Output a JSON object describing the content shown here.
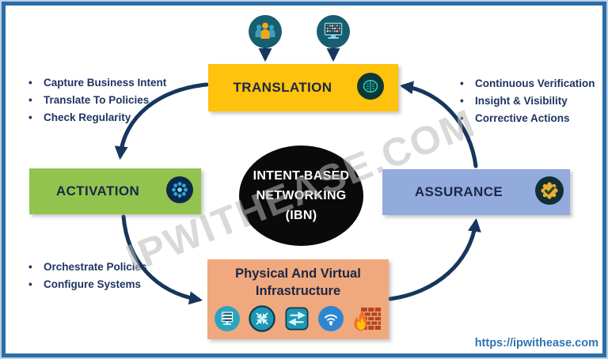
{
  "diagram": {
    "watermark": "IPWITHEASE.COM",
    "website": "https://ipwithease.com",
    "center": {
      "line1": "INTENT-BASED",
      "line2": "NETWORKING",
      "line3": "(IBN)"
    },
    "stages": {
      "translation": {
        "label": "TRANSLATION"
      },
      "activation": {
        "label": "ACTIVATION"
      },
      "assurance": {
        "label": "ASSURANCE"
      },
      "infrastructure": {
        "line1": "Physical And Virtual",
        "line2": "Infrastructure"
      }
    },
    "notes": {
      "translation": [
        "Capture Business Intent",
        "Translate To Policies",
        "Check Regularity"
      ],
      "assurance": [
        "Continuous Verification",
        "Insight & Visibility",
        "Corrective Actions"
      ],
      "activation": [
        "Orchestrate Policies",
        "Configure Systems"
      ]
    },
    "icons": {
      "top": [
        "business-users-icon",
        "analytics-monitor-icon"
      ],
      "translation": "brain-icon",
      "activation": "process-burst-icon",
      "assurance": "verified-badge-icon",
      "infrastructure": [
        "server-icon",
        "router-icon",
        "switch-icon",
        "wifi-icon",
        "firewall-icon"
      ]
    },
    "colors": {
      "translation": "#FFC20D",
      "activation": "#92C34F",
      "assurance": "#92ABDC",
      "infrastructure": "#F0A87E",
      "arrow": "#16365D",
      "frame_dark": "#2E6DA4",
      "frame_light": "#B7D3EE",
      "text_dark": "#1A2744",
      "link": "#2E74B5"
    }
  }
}
